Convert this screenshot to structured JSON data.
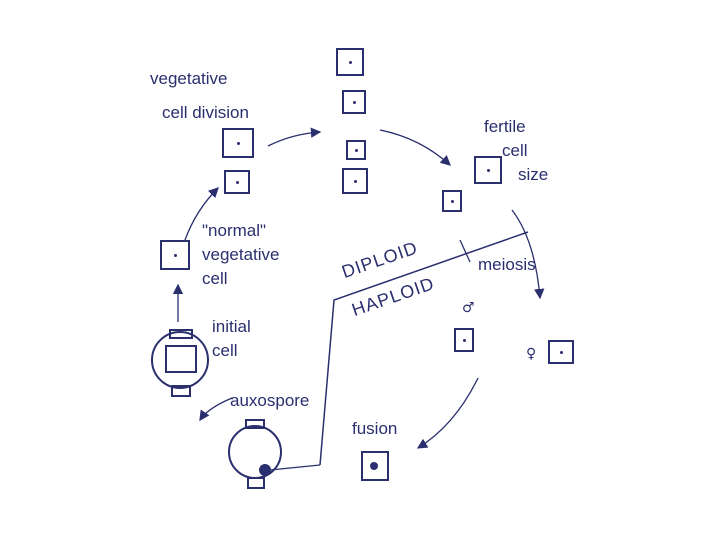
{
  "labels": {
    "vegetative": "vegetative",
    "cell_division": "cell division",
    "fertile": "fertile",
    "cell": "cell",
    "size": "size",
    "normal": "\"normal\"",
    "vegetative2": "vegetative",
    "cell2": "cell",
    "initial": "initial",
    "cell3": "cell",
    "auxospore": "auxospore",
    "fusion": "fusion",
    "meiosis": "meiosis",
    "diploid": "DIPLOID",
    "haploid": "HAPLOID"
  },
  "symbols": {
    "male": "♂",
    "female": "♀"
  },
  "colors": {
    "ink": "#2a2f6e"
  }
}
